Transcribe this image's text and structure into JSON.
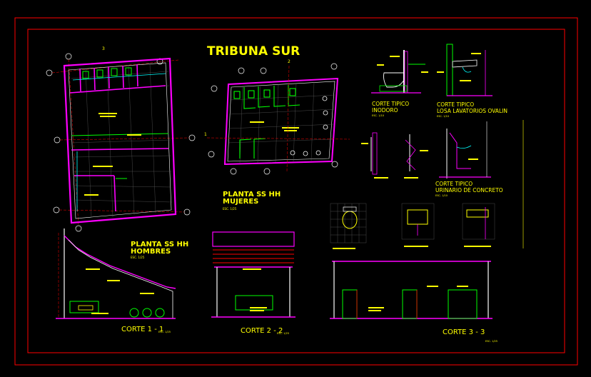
{
  "sheet": {
    "title": "TRIBUNA SUR",
    "colors": {
      "background": "#000000",
      "frame": "#ff0000",
      "walls": "#ff00ff",
      "text": "#ffff00",
      "fixtures": "#00ff00",
      "structure": "#00ffff",
      "axis": "#ff0000",
      "dim": "#ffffff"
    }
  },
  "views": {
    "planta_hombres": {
      "title": "PLANTA SS HH",
      "subtitle": "HOMBRES",
      "scale": "ESC. 1/25"
    },
    "planta_mujeres": {
      "title": "PLANTA SS HH",
      "subtitle": "MUJERES",
      "scale": "ESC. 1/25"
    },
    "corte_inodoro": {
      "title": "CORTE TIPICO",
      "subtitle": "INODORO",
      "scale": "ESC. 1/10"
    },
    "corte_losa": {
      "title": "CORTE TIPICO",
      "subtitle": "LOSA LAVATORIOS OVALIN",
      "scale": "ESC. 1/10"
    },
    "corte_urinario": {
      "title": "CORTE TIPICO",
      "subtitle": "URINARIO DE CONCRETO",
      "scale": "ESC. 1/10"
    },
    "corte_1": {
      "title": "CORTE 1 - 1",
      "scale": "ESC. 1/25"
    },
    "corte_2": {
      "title": "CORTE 2 - 2",
      "scale": "ESC. 1/25"
    },
    "corte_3": {
      "title": "CORTE 3 - 3",
      "scale": "ESC. 1/25"
    }
  },
  "section_marks": [
    "1",
    "2",
    "3"
  ]
}
